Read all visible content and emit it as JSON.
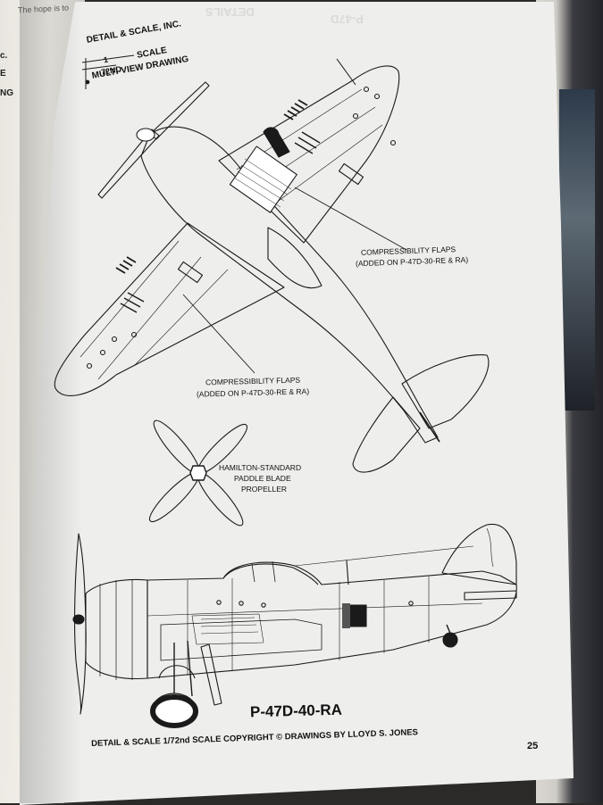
{
  "publisher_block": {
    "publisher": "DETAIL & SCALE, INC.",
    "scale_numerator": "1",
    "scale_label": "SCALE",
    "scale_denominator": "72ND",
    "drawing_type": "MULTI-VIEW DRAWING"
  },
  "left_page_fragments": [
    "The hope is to",
    "c.",
    "E",
    "NG"
  ],
  "ghost_header": [
    "DETAILS",
    "P-47D"
  ],
  "callouts": {
    "flaps_right_line1": "COMPRESSIBILITY FLAPS",
    "flaps_right_line2": "(ADDED ON P-47D-30-RE & RA)",
    "flaps_left_line1": "COMPRESSIBILITY FLAPS",
    "flaps_left_line2": "(ADDED ON P-47D-30-RE & RA)",
    "propeller_line1": "HAMILTON-STANDARD",
    "propeller_line2": "PADDLE BLADE",
    "propeller_line3": "PROPELLER"
  },
  "model_designation": "P-47D-40-RA",
  "footer": {
    "credit": "DETAIL & SCALE 1/72nd SCALE COPYRIGHT © DRAWINGS BY LLOYD S. JONES",
    "page_number": "25"
  }
}
